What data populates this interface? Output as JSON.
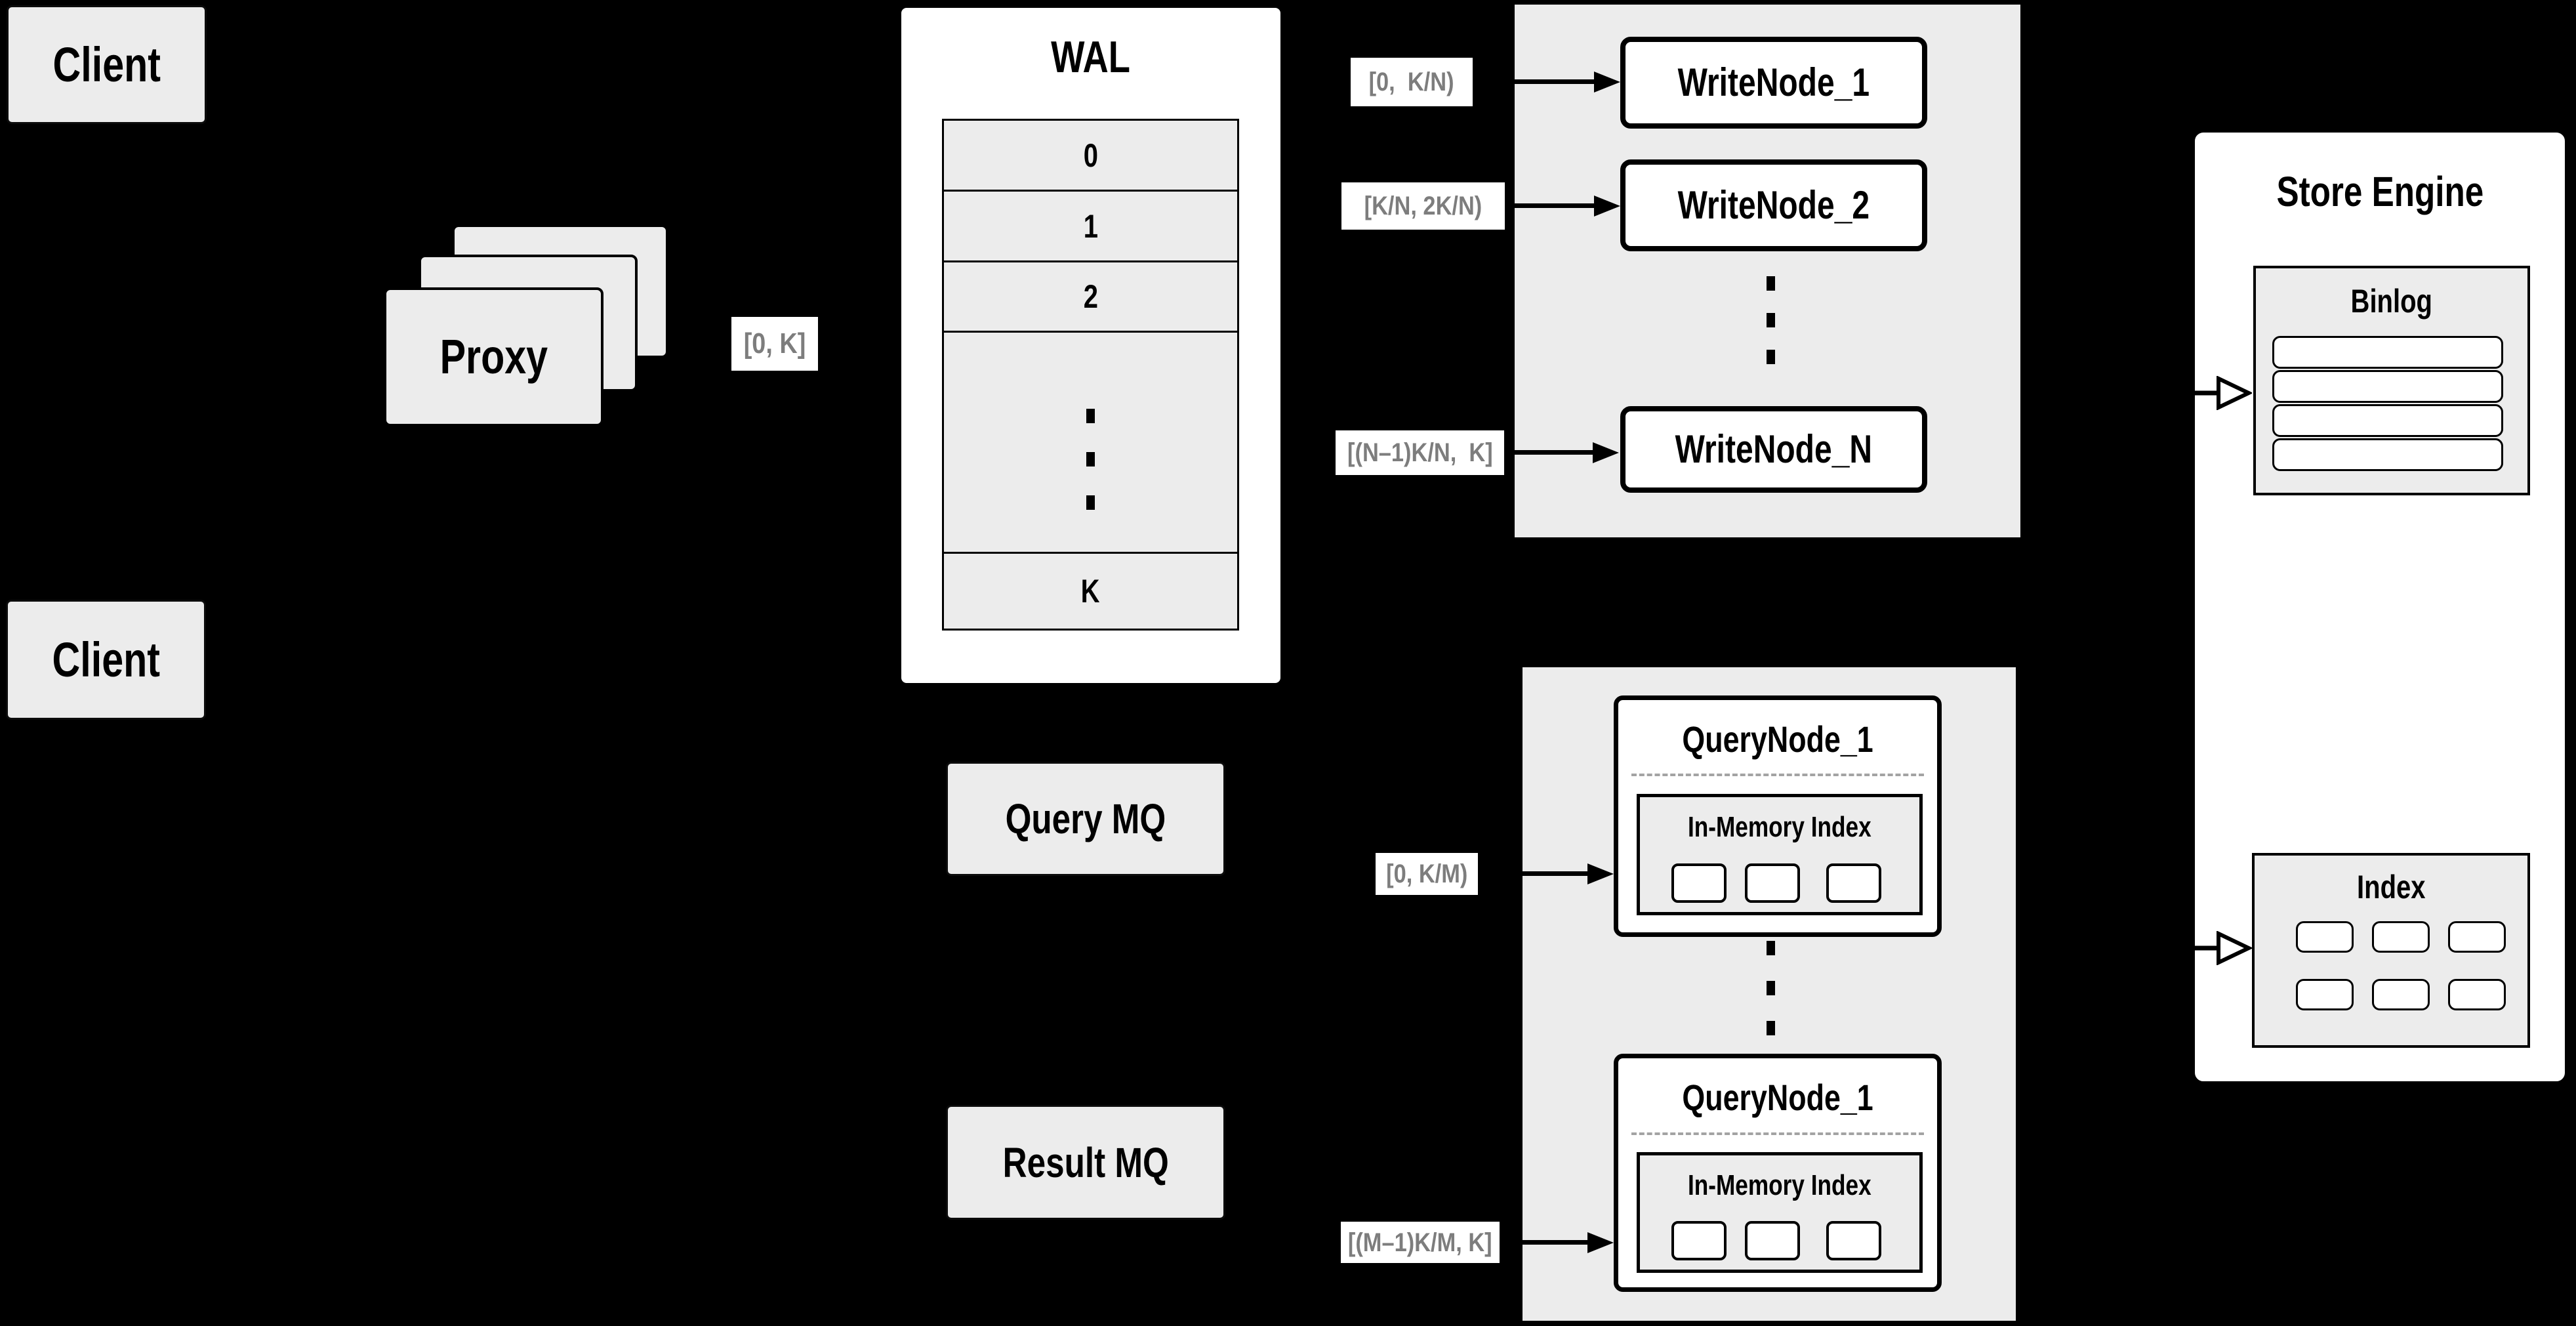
{
  "colors": {
    "background": "#000000",
    "box_fill": "#ececec",
    "node_fill": "#ffffff",
    "border": "#000000",
    "range_text": "#7d7d7d",
    "dashed_separator": "#a3a3a3"
  },
  "clients": {
    "top_label": "Client",
    "bottom_label": "Client"
  },
  "proxy": {
    "label": "Proxy",
    "output_range": "[0, K]"
  },
  "wal": {
    "title": "WAL",
    "segments": [
      "0",
      "1",
      "2"
    ],
    "last_segment": "K"
  },
  "write_group": {
    "nodes": [
      {
        "label": "WriteNode_1",
        "range": "[0,  K/N)"
      },
      {
        "label": "WriteNode_2",
        "range": "[K/N, 2K/N)"
      },
      {
        "label": "WriteNode_N",
        "range": "[(N–1)K/N,  K]"
      }
    ]
  },
  "mq": {
    "query_label": "Query MQ",
    "result_label": "Result MQ"
  },
  "query_group": {
    "nodes": [
      {
        "label": "QueryNode_1",
        "memory_label": "In-Memory Index",
        "range": "[0, K/M)"
      },
      {
        "label": "QueryNode_1",
        "memory_label": "In-Memory Index",
        "range": "[(M–1)K/M, K]"
      }
    ]
  },
  "store_engine": {
    "title": "Store Engine",
    "binlog_label": "Binlog",
    "index_label": "Index"
  }
}
